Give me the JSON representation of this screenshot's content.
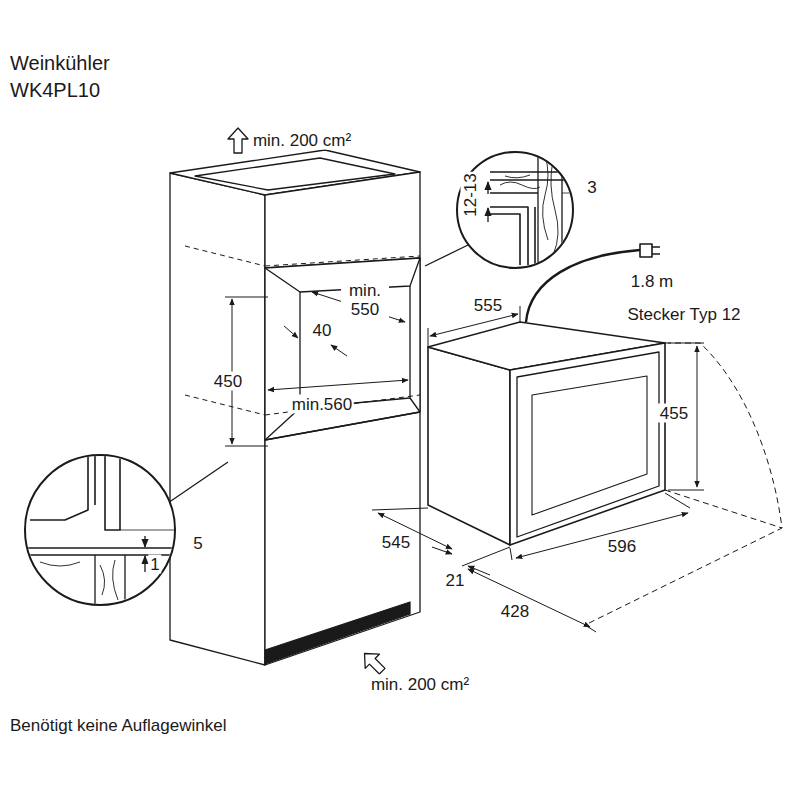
{
  "diagram": {
    "title": "Weinkühler WK4PL10",
    "caption": "Benötigt keine Auflagewinkel",
    "labels": [
      "min. 200 cm²",
      "min. 550",
      "40",
      "450",
      "min.560",
      "12-13",
      "3",
      "1.8 m",
      "Stecker Typ 12",
      "555",
      "455",
      "596",
      "545",
      "21",
      "428",
      "5",
      "1",
      "min. 200 cm²"
    ]
  }
}
